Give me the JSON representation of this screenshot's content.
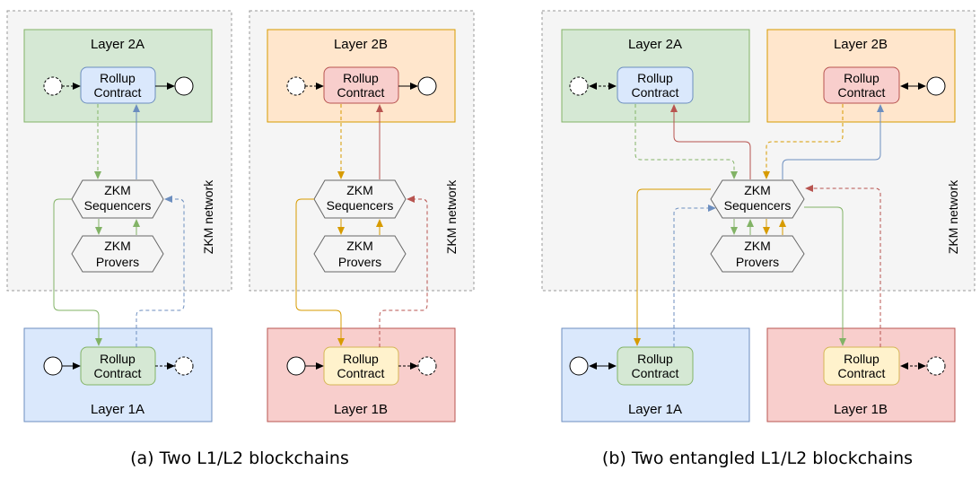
{
  "panel_a": {
    "caption": "(a) Two L1/L2 blockchains",
    "network_label": "ZKM network",
    "network_label_b": "ZKM network",
    "layer2a": "Layer 2A",
    "layer2b": "Layer 2B",
    "layer1a": "Layer 1A",
    "layer1b": "Layer 1B",
    "rollup_line1": "Rollup",
    "rollup_line2": "Contract",
    "sequencers_line1": "ZKM",
    "sequencers_line2": "Sequencers",
    "provers_line1": "ZKM",
    "provers_line2": "Provers"
  },
  "panel_b": {
    "caption": "(b) Two entangled L1/L2 blockchains",
    "network_label": "ZKM network",
    "layer2a": "Layer 2A",
    "layer2b": "Layer 2B",
    "layer1a": "Layer 1A",
    "layer1b": "Layer 1B",
    "rollup_line1": "Rollup",
    "rollup_line2": "Contract",
    "sequencers_line1": "ZKM",
    "sequencers_line2": "Sequencers",
    "provers_line1": "ZKM",
    "provers_line2": "Provers"
  },
  "colors": {
    "green_fill": "#d5e8d4",
    "green_stroke": "#82b366",
    "orange_fill": "#ffe6cc",
    "orange_stroke": "#d79b00",
    "blue_fill": "#dae8fc",
    "blue_stroke": "#6c8ebf",
    "red_fill": "#f8cecc",
    "red_stroke": "#b85450",
    "yellow_fill": "#fff2cc",
    "yellow_stroke": "#d6b656",
    "network_fill": "#f5f5f5",
    "network_stroke": "#999999",
    "edge_green": "#82b366",
    "edge_blue": "#6c8ebf",
    "edge_red": "#b85450",
    "edge_orange": "#d79b00"
  }
}
